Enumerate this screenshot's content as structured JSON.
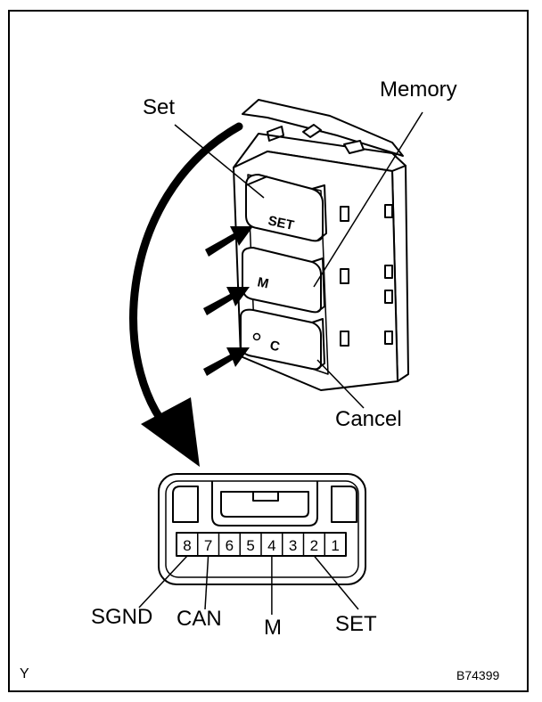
{
  "labels": {
    "set": "Set",
    "memory": "Memory",
    "cancel": "Cancel",
    "sgnd": "SGND",
    "can": "CAN",
    "m": "M",
    "set_pin": "SET"
  },
  "buttons": {
    "set": "SET",
    "memory": "M",
    "cancel": "C"
  },
  "pins": [
    "8",
    "7",
    "6",
    "5",
    "4",
    "3",
    "2",
    "1"
  ],
  "corner_code": "Y",
  "figure_id": "B74399",
  "colors": {
    "ink": "#000000",
    "paper": "#ffffff"
  }
}
